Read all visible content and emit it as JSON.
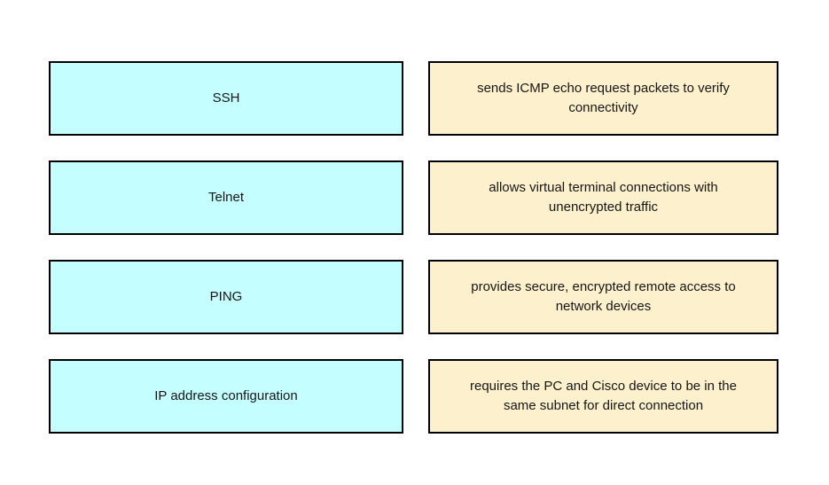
{
  "colors": {
    "page_background": "#ffffff",
    "term_box_background": "#c5feff",
    "description_box_background": "#fdf0cc",
    "box_border": "#000000",
    "text": "#161616"
  },
  "pairs": [
    {
      "term": "SSH",
      "description": "sends ICMP echo request packets to verify connectivity"
    },
    {
      "term": "Telnet",
      "description": "allows virtual terminal connections with unencrypted traffic"
    },
    {
      "term": "PING",
      "description": "provides secure, encrypted remote access to network devices"
    },
    {
      "term": "IP address configuration",
      "description": "requires the PC and Cisco device to be in the same subnet for direct connection"
    }
  ]
}
